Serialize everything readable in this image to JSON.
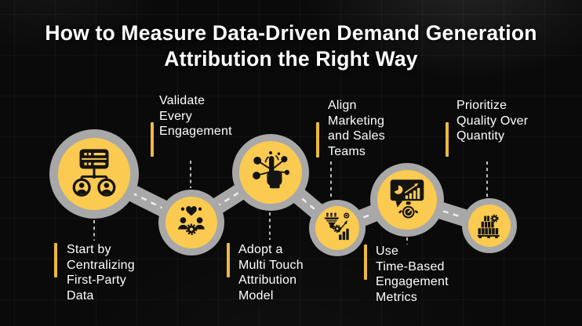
{
  "title": {
    "line1": "How to Measure Data-Driven Demand Generation",
    "line2": "Attribution the Right Way"
  },
  "colors": {
    "background": "#0a0a0a",
    "circle_yellow": "#FBCA50",
    "accent_bar_yellow": "#EDB93D",
    "ring_gray": "#A8A8A8",
    "icon_black": "#141414",
    "text_white": "#FFFFFF",
    "dash_white": "#EEEEEE"
  },
  "steps": [
    {
      "id": 1,
      "icon": "centralized-data-icon",
      "label_position": "below",
      "label_lines": [
        "Start by",
        "Centralizing",
        "First-Party",
        "Data"
      ]
    },
    {
      "id": 2,
      "icon": "engagement-validation-icon",
      "label_position": "above",
      "label_lines": [
        "Validate",
        "Every",
        "Engagement"
      ]
    },
    {
      "id": 3,
      "icon": "multi-touch-attribution-icon",
      "label_position": "below",
      "label_lines": [
        "Adopt a",
        "Multi Touch",
        "Attribution",
        "Model"
      ]
    },
    {
      "id": 4,
      "icon": "marketing-sales-alignment-icon",
      "label_position": "above",
      "label_lines": [
        "Align",
        "Marketing",
        "and Sales",
        "Teams"
      ]
    },
    {
      "id": 5,
      "icon": "time-based-metrics-icon",
      "label_position": "below",
      "label_lines": [
        "Use",
        "Time-Based",
        "Engagement",
        "Metrics"
      ]
    },
    {
      "id": 6,
      "icon": "quality-over-quantity-icon",
      "label_position": "above",
      "label_lines": [
        "Prioritize",
        "Quality Over",
        "Quantity"
      ]
    }
  ]
}
